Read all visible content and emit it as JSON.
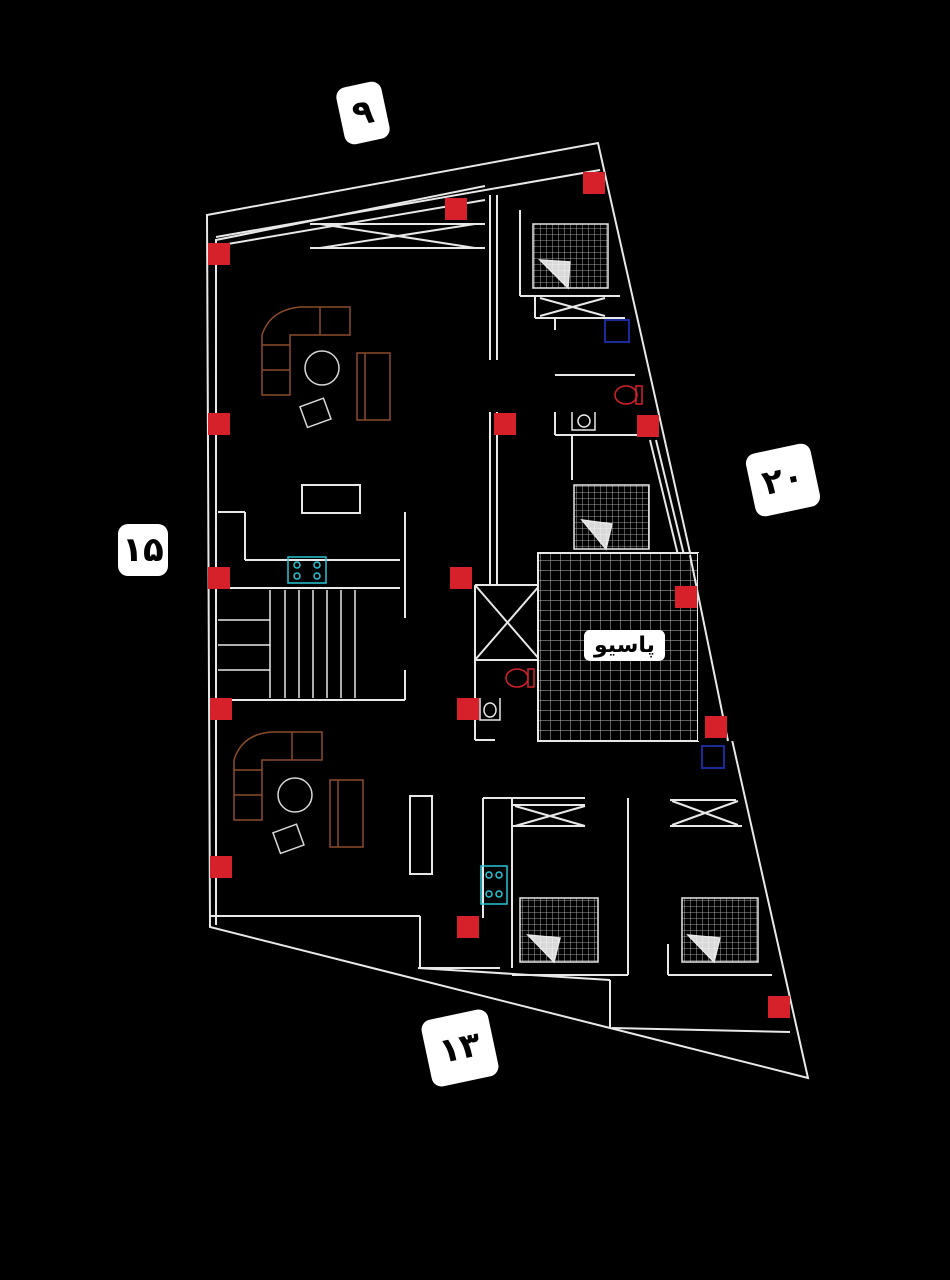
{
  "plan": {
    "dimensions": {
      "top": "۹",
      "right": "۲۰",
      "left": "۱۵",
      "bottom": "۱۳"
    },
    "patio_label": "پاسیو",
    "colors": {
      "background": "#000000",
      "wall": "#e8e8e8",
      "column": "#d6202a",
      "furniture": "#8a4b2a",
      "stove": "#27c6d6",
      "toilet": "#d6202a",
      "shaft": "#1a2a9a",
      "label_bg": "#ffffff",
      "label_text": "#000000"
    }
  }
}
